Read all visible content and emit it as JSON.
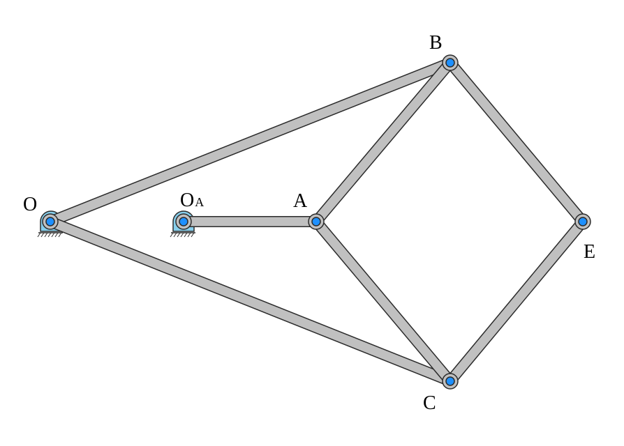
{
  "diagram": {
    "labels": {
      "O": "O",
      "OA_main": "O",
      "OA_sub": "A",
      "A": "A",
      "B": "B",
      "C": "C",
      "E": "E"
    },
    "colors": {
      "link_fill": "#c0c0c0",
      "link_outline": "#2b2b2b",
      "joint": "#1e90ff",
      "ground": "#87ceeb"
    }
  }
}
